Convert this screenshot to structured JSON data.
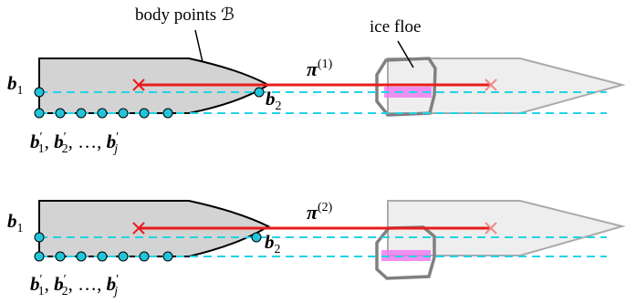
{
  "annotations": {
    "body_points": "body points ℬ",
    "ice_floe": "ice floe"
  },
  "labels": {
    "b1": "b",
    "b1_sub": "1",
    "b2": "b",
    "b2_sub": "2",
    "bprime_list": {
      "b": "b",
      "p1": "′",
      "s1": "1",
      "sep1": ", ",
      "s2": "2",
      "sep2": ", ",
      "dots": "…",
      "sep3": ", ",
      "sj": "j"
    },
    "pi": "π",
    "pi1_sup": "(1)",
    "pi2_sup": "(2)"
  },
  "colors": {
    "hull_fill": "#d3d3d3",
    "ghost_fill": "#eeeeee",
    "ghost_stroke": "#aaaaaa",
    "path": "#e81c1c",
    "dashed": "#22d3e6",
    "point_fill": "#22c4d9",
    "overlap": "#f07cf0",
    "floe_stroke": "#808080"
  }
}
